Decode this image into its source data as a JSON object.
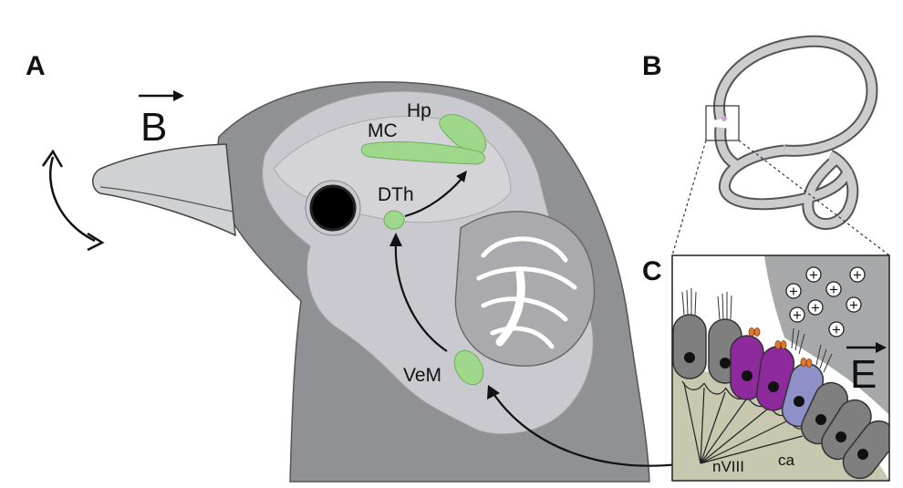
{
  "panels": {
    "a": "A",
    "b": "B",
    "c": "C"
  },
  "labels": {
    "field_b": "B",
    "field_e": "E",
    "mc": "MC",
    "hp": "Hp",
    "dth": "DTh",
    "vem": "VeM",
    "nviii": "nVIII",
    "ca": "ca"
  },
  "ions": [
    "+",
    "+",
    "+",
    "+",
    "+",
    "+",
    "+",
    "+",
    "+"
  ],
  "colors": {
    "head": "#8f9194",
    "brain": "#c9c9cf",
    "brain_dark": "#b7b7bd",
    "nucleus": "#9fd88a",
    "beak": "#cfd1d3",
    "hair_cell_gray": "#7f7f7f",
    "hair_cell_purple": "#8e2a9e",
    "hair_cell_lilac": "#8f90c8",
    "capsule": "#c8c8b0",
    "endolymph": "#a7a8aa"
  }
}
